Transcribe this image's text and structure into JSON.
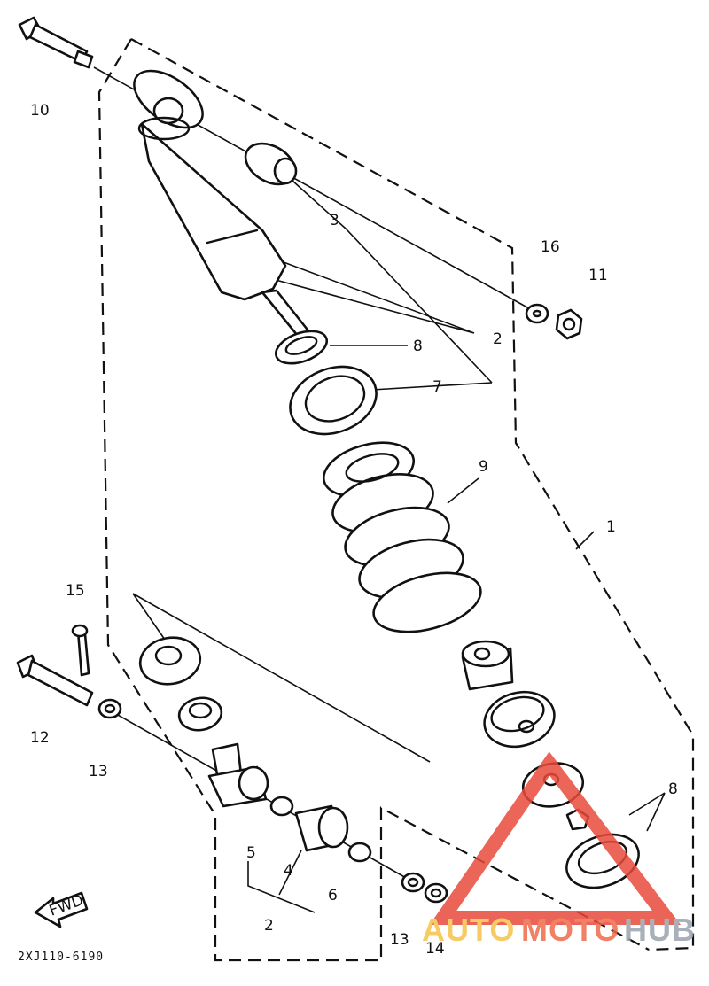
{
  "diagram_code": "2XJ110-6190",
  "fwd_label": "FWD",
  "callouts": [
    "1",
    "2",
    "2",
    "3",
    "4",
    "5",
    "5",
    "6",
    "7",
    "8",
    "9",
    "10",
    "11",
    "12",
    "13",
    "13",
    "14",
    "15",
    "16"
  ],
  "watermark": {
    "text_a": "AUTO",
    "text_b": "MOTO",
    "text_c": "HUB",
    "color_a": "#f6c24a",
    "color_b": "#ef6a4a",
    "color_c": "#9aa3ad",
    "triangle_color": "#e84a3c"
  }
}
